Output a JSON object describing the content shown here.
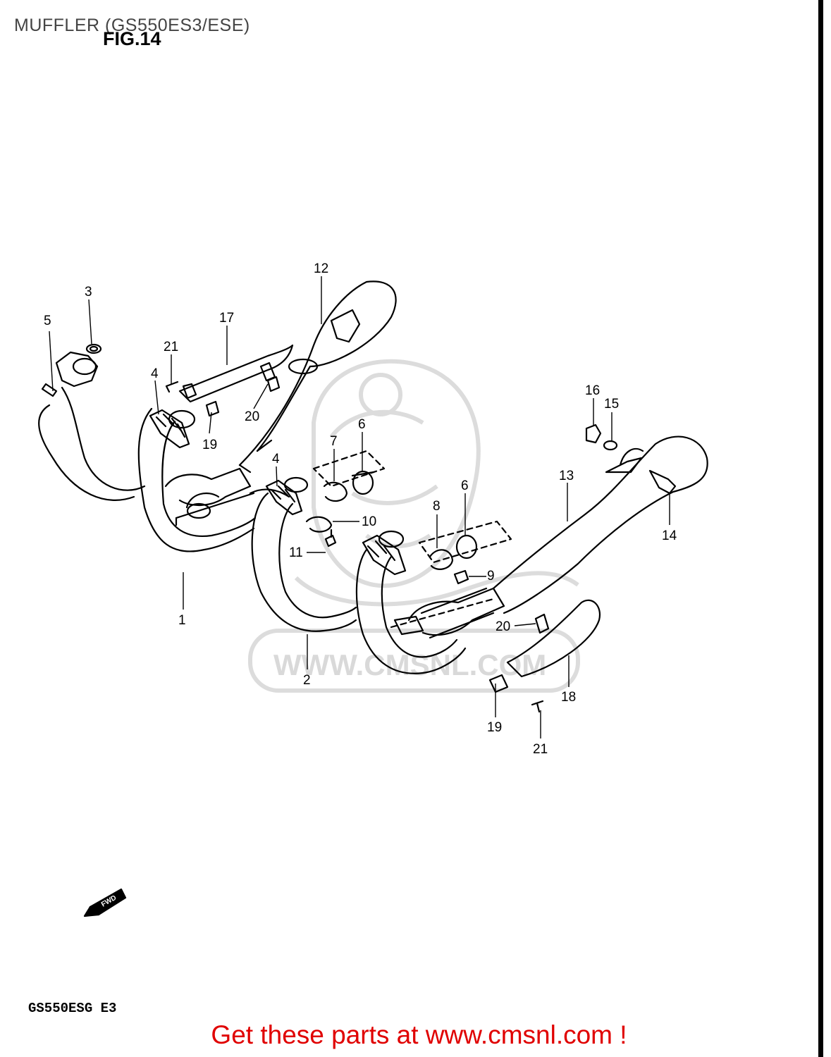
{
  "page": {
    "title": "MUFFLER (GS550ES3/ESE)",
    "figure_label": "FIG.14",
    "model_code": "GS550ESG E3",
    "promo_text": "Get these parts at www.cmsnl.com !"
  },
  "watermark": {
    "text": "WWW.CMSNL.COM",
    "color": "#d9d9d9"
  },
  "fwd_label": "FWD",
  "callouts": [
    "1",
    "2",
    "3",
    "4",
    "4",
    "5",
    "6",
    "6",
    "7",
    "8",
    "9",
    "10",
    "11",
    "12",
    "13",
    "14",
    "15",
    "16",
    "17",
    "18",
    "19",
    "19",
    "20",
    "20",
    "21",
    "21"
  ],
  "colors": {
    "promo": "#e00000",
    "line": "#000000"
  }
}
